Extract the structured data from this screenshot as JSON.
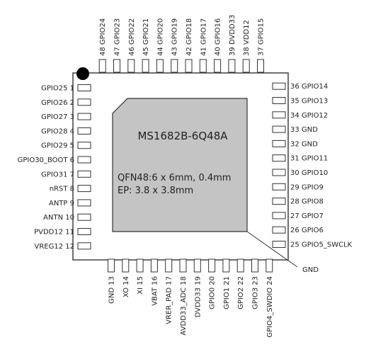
{
  "chip": {
    "name": "MS1682B-6Q48A",
    "package_line1": "QFN48:6 x 6mm, 0.4mm",
    "package_line2": "EP: 3.8 x 3.8mm"
  },
  "ep_label": "GND",
  "pins": {
    "left": [
      {
        "num": "1",
        "name": "GPIO25"
      },
      {
        "num": "2",
        "name": "GPIO26"
      },
      {
        "num": "3",
        "name": "GPIO27"
      },
      {
        "num": "4",
        "name": "GPIO28"
      },
      {
        "num": "5",
        "name": "GPIO29"
      },
      {
        "num": "6",
        "name": "GPIO30_BOOT"
      },
      {
        "num": "7",
        "name": "GPIO31"
      },
      {
        "num": "8",
        "name": "nRST"
      },
      {
        "num": "9",
        "name": "ANTP"
      },
      {
        "num": "10",
        "name": "ANTN"
      },
      {
        "num": "11",
        "name": "PVDD12"
      },
      {
        "num": "12",
        "name": "VREG12"
      }
    ],
    "bottom": [
      {
        "num": "13",
        "name": "GND"
      },
      {
        "num": "14",
        "name": "XO"
      },
      {
        "num": "15",
        "name": "XI"
      },
      {
        "num": "16",
        "name": "VBAT"
      },
      {
        "num": "17",
        "name": "VRER_PAD"
      },
      {
        "num": "18",
        "name": "AVDD33_ADC"
      },
      {
        "num": "19",
        "name": "DVDD33"
      },
      {
        "num": "20",
        "name": "GPIO0"
      },
      {
        "num": "21",
        "name": "GPIO1"
      },
      {
        "num": "22",
        "name": "GPIO2"
      },
      {
        "num": "23",
        "name": "GPIO3"
      },
      {
        "num": "24",
        "name": "GPIO4_SWDIO"
      }
    ],
    "right": [
      {
        "num": "25",
        "name": "GPIO5_SWCLK"
      },
      {
        "num": "26",
        "name": "GPIO6"
      },
      {
        "num": "27",
        "name": "GPIO7"
      },
      {
        "num": "28",
        "name": "GPIO8"
      },
      {
        "num": "29",
        "name": "GPIO9"
      },
      {
        "num": "30",
        "name": "GPIO10"
      },
      {
        "num": "31",
        "name": "GPIO11"
      },
      {
        "num": "32",
        "name": "GND"
      },
      {
        "num": "33",
        "name": "GND"
      },
      {
        "num": "34",
        "name": "GPIO12"
      },
      {
        "num": "35",
        "name": "GPIO13"
      },
      {
        "num": "36",
        "name": "GPIO14"
      }
    ],
    "top": [
      {
        "num": "37",
        "name": "GPIO15"
      },
      {
        "num": "38",
        "name": "VDD12"
      },
      {
        "num": "39",
        "name": "DVDD33"
      },
      {
        "num": "40",
        "name": "GPIO16"
      },
      {
        "num": "41",
        "name": "GPIO17"
      },
      {
        "num": "42",
        "name": "GPIO18"
      },
      {
        "num": "43",
        "name": "GPIO19"
      },
      {
        "num": "44",
        "name": "GPIO20"
      },
      {
        "num": "45",
        "name": "GPIO21"
      },
      {
        "num": "46",
        "name": "GPIO22"
      },
      {
        "num": "47",
        "name": "GPIO23"
      },
      {
        "num": "48",
        "name": "GPIO24"
      }
    ]
  }
}
